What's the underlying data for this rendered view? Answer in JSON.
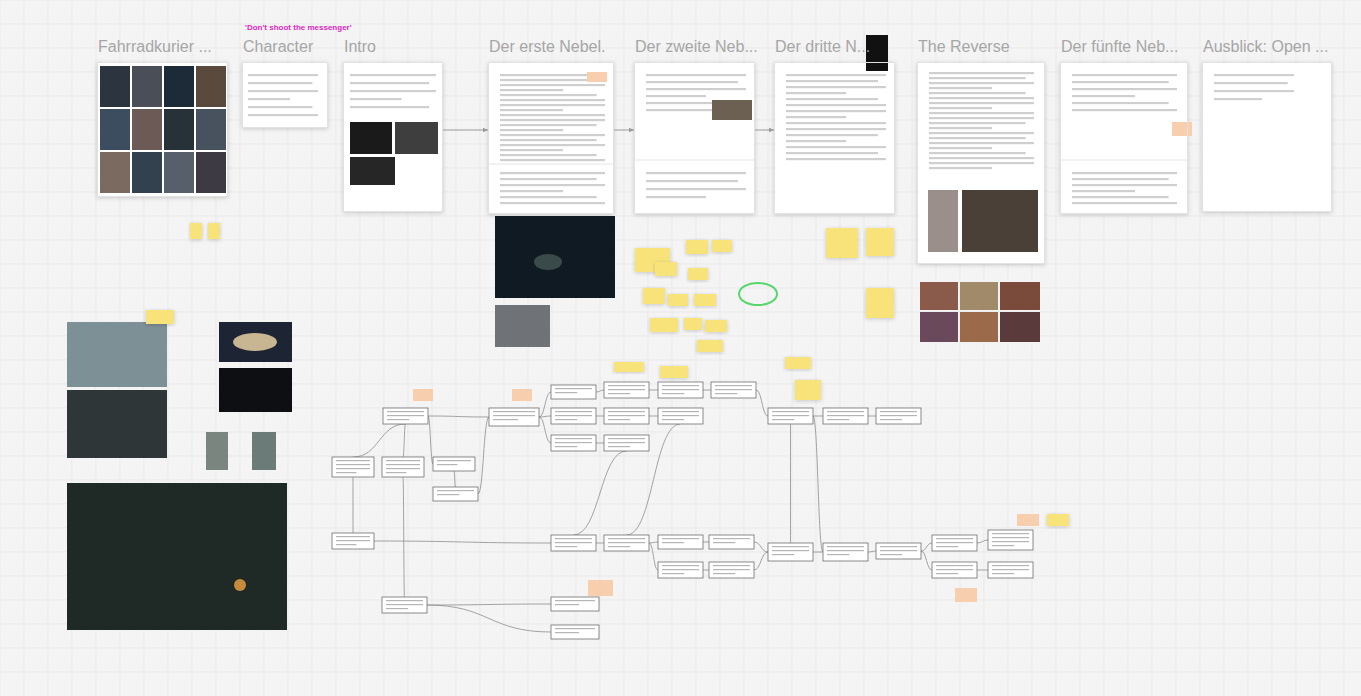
{
  "diagram": {
    "nodes": [
      {
        "text": [
          "Fahrradkurier ..."
        ]
      },
      {
        "text": [
          "'Don't shoot the messenger'",
          "Character"
        ]
      },
      {
        "text": [
          "Intro"
        ]
      },
      {
        "text": [
          "Der erste Nebel."
        ]
      },
      {
        "text": [
          "Der zweite Neb..."
        ]
      },
      {
        "text": [
          "Der dritte N..."
        ]
      },
      {
        "text": [
          "The Reverse"
        ]
      },
      {
        "text": [
          "Der fünfte Neb..."
        ]
      },
      {
        "text": [
          "Ausblick: Open ..."
        ]
      }
    ],
    "edges": [
      {
        "from": 2,
        "to": 3,
        "arrow": "to"
      },
      {
        "from": 3,
        "to": 4,
        "arrow": "to"
      },
      {
        "from": 4,
        "to": 5,
        "arrow": "to"
      }
    ]
  }
}
